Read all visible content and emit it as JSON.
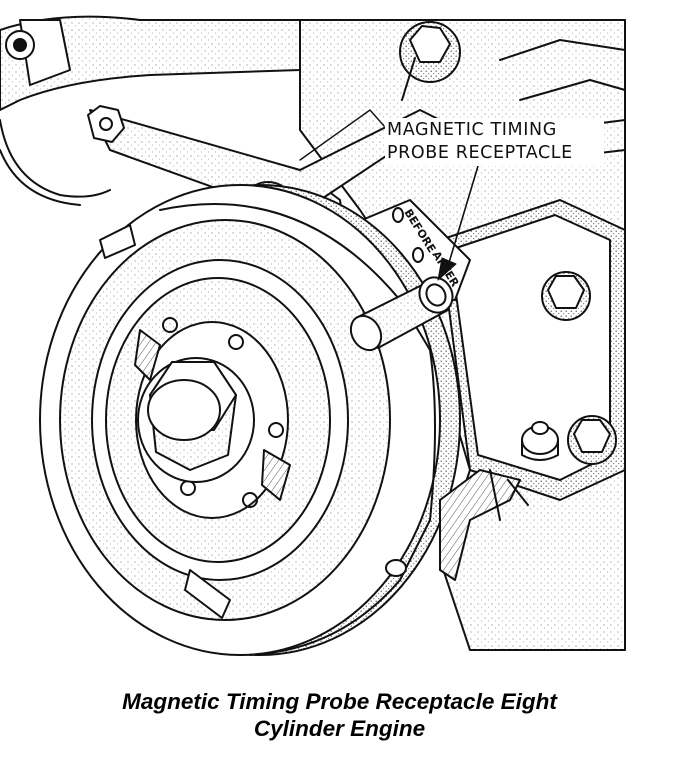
{
  "callout": {
    "line1": "MAGNETIC TIMING",
    "line2": "PROBE RECEPTACLE"
  },
  "scale": {
    "before": "BEFORE",
    "after": "AFTER"
  },
  "caption": {
    "line1": "Magnetic Timing Probe Receptacle Eight",
    "line2": "Cylinder Engine"
  },
  "colors": {
    "ink": "#111111",
    "paper": "#ffffff",
    "shade": "#d9d9d9"
  }
}
